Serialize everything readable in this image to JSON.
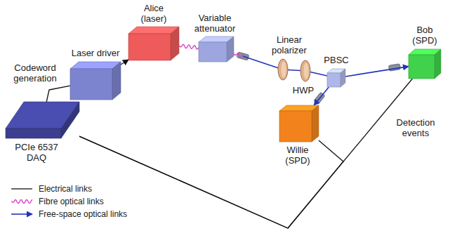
{
  "diagram": {
    "nodes": [
      {
        "text": [
          "Codeword generation",
          "PCIe 6537 DAQ"
        ]
      },
      {
        "text": [
          "Laser driver"
        ]
      },
      {
        "text": [
          "Alice (laser)"
        ]
      },
      {
        "text": [
          "Variable attenuator"
        ]
      },
      {
        "text": [
          "Linear polarizer"
        ]
      },
      {
        "text": [
          "HWP"
        ]
      },
      {
        "text": [
          "PBSC"
        ]
      },
      {
        "text": [
          "Bob (SPD)"
        ]
      },
      {
        "text": [
          "Willie (SPD)"
        ]
      }
    ],
    "edges": [
      {
        "from": 0,
        "to": 1,
        "arrow": "none"
      },
      {
        "from": 1,
        "to": 2,
        "arrow": "to"
      },
      {
        "from": 2,
        "to": 3,
        "arrow": "none"
      },
      {
        "from": 3,
        "to": 4,
        "arrow": "none"
      },
      {
        "from": 4,
        "to": 5,
        "arrow": "none"
      },
      {
        "from": 5,
        "to": 6,
        "arrow": "none"
      },
      {
        "from": 6,
        "to": 7,
        "arrow": "to"
      },
      {
        "from": 6,
        "to": 8,
        "arrow": "to"
      },
      {
        "from": 7,
        "to": 0,
        "arrow": "none"
      },
      {
        "from": 8,
        "to": 0,
        "arrow": "none"
      }
    ],
    "labels": [
      "Detection events"
    ],
    "legend": [
      {
        "text": "Electrical links"
      },
      {
        "text": "Fibre optical links"
      },
      {
        "text": "Free-space optical links"
      }
    ]
  }
}
